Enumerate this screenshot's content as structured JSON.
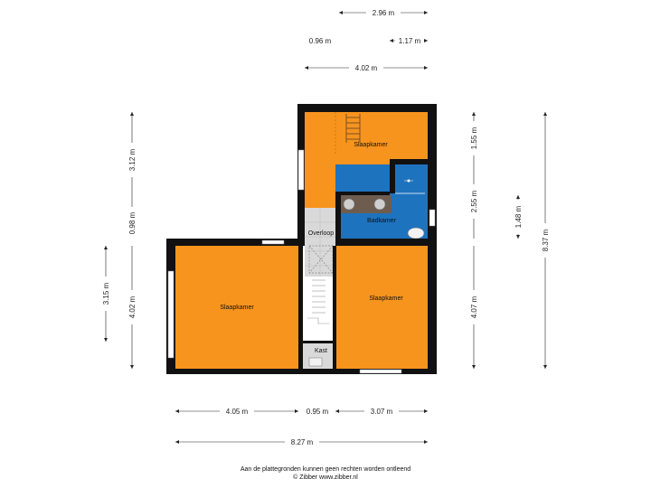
{
  "dimensions": {
    "top_overall_width": "2.96 m",
    "top_left_segment": "0.96 m",
    "top_right_segment": "1.17 m",
    "top_width": "4.02 m",
    "left_top_height": "3.12 m",
    "left_middle_height": "0.98 m",
    "left_bottom_height": "4.02 m",
    "left_outer_height": "3.15 m",
    "right_top_height": "1.55 m",
    "right_middle_height": "2.55 m",
    "right_bottom_height": "4.07 m",
    "right_inner_height": "1.48 m",
    "right_total_height": "8.37 m",
    "bottom_left_width": "4.05 m",
    "bottom_middle_width": "0.95 m",
    "bottom_right_width": "3.07 m",
    "bottom_total_width": "8.27 m"
  },
  "rooms": {
    "slaapkamer_top": "Slaapkamer",
    "badkamer": "Badkamer",
    "overloop": "Overloop",
    "slaapkamer_left": "Slaapkamer",
    "slaapkamer_right": "Slaapkamer",
    "kast": "Kast"
  },
  "footer": {
    "disclaimer": "Aan de plattegronden kunnen geen rechten worden ontleend",
    "copyright": "© Zibber www.zibber.nl"
  },
  "colors": {
    "bedroom": "#f7941d",
    "bathroom": "#1e73be",
    "hallway": "#dcdcdc",
    "wall": "#111111"
  }
}
